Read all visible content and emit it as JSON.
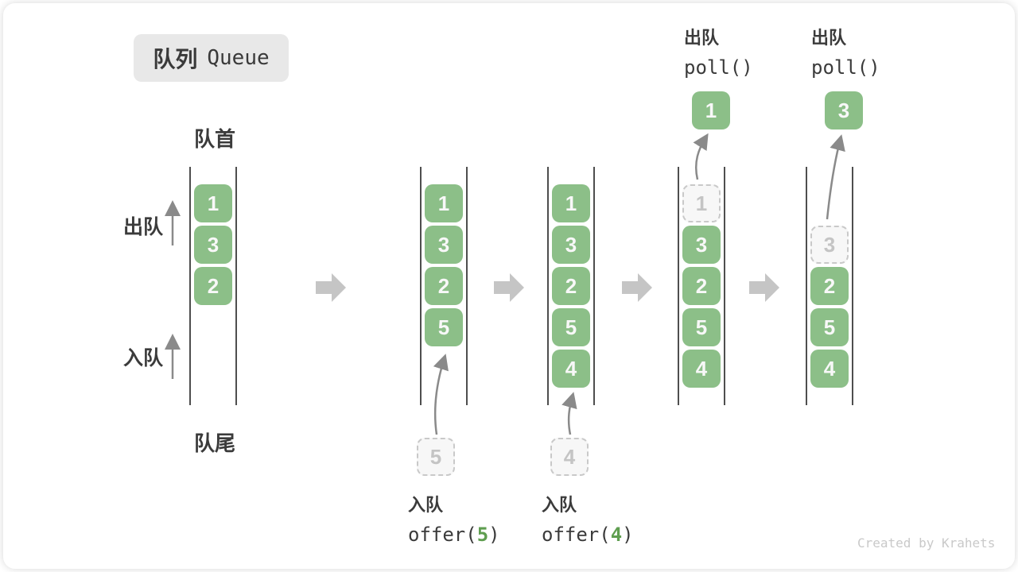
{
  "title": {
    "zh": "队列",
    "en": "Queue"
  },
  "labels": {
    "front": "队首",
    "rear": "队尾",
    "dequeue": "出队",
    "enqueue": "入队"
  },
  "queues": [
    {
      "cells": [
        "1",
        "3",
        "2"
      ]
    },
    {
      "cells": [
        "1",
        "3",
        "2",
        "5"
      ],
      "incoming": "5"
    },
    {
      "cells": [
        "1",
        "3",
        "2",
        "5",
        "4"
      ],
      "incoming": "4"
    },
    {
      "cells": [
        "3",
        "2",
        "5",
        "4"
      ],
      "removed": "1",
      "result": "1"
    },
    {
      "cells": [
        "2",
        "5",
        "4"
      ],
      "removed": "3",
      "result": "3"
    }
  ],
  "operations": {
    "poll1": {
      "label": "出队",
      "code": "poll()"
    },
    "poll2": {
      "label": "出队",
      "code": "poll()"
    },
    "offer5": {
      "label": "入队",
      "fn": "offer(",
      "arg": "5",
      "close": ")"
    },
    "offer4": {
      "label": "入队",
      "fn": "offer(",
      "arg": "4",
      "close": ")"
    }
  },
  "watermark": "Created by Krahets",
  "colors": {
    "cell_green": "#8cbf88",
    "arg_green": "#5f9e50",
    "text_dark": "#3b3b3b",
    "block_arrow_gray": "#c5c5c5",
    "queue_line": "#4e4e4e",
    "dashed_border": "#c9c9c9"
  }
}
